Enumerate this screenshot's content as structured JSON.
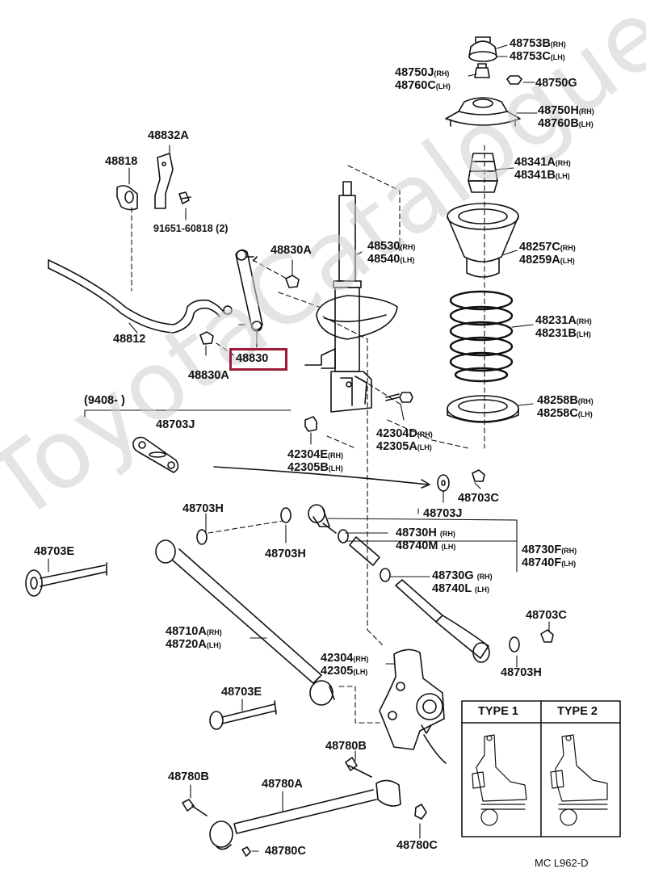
{
  "watermark": "ToyotaCatalogue",
  "highlight_part": "48830",
  "date_note": "(9408-        )",
  "diagram_code": "MC  L962-D",
  "types": {
    "type1": "TYPE  1",
    "type2": "TYPE  2"
  },
  "labels": {
    "p48753": {
      "a": "48753B",
      "a_side": "(RH)",
      "b": "48753C",
      "b_side": "(LH)"
    },
    "p48750j": {
      "a": "48750J",
      "a_side": "(RH)",
      "b": "48760C",
      "b_side": "(LH)"
    },
    "p48750g": "48750G",
    "p48750h": {
      "a": "48750H",
      "a_side": "(RH)",
      "b": "48760B",
      "b_side": "(LH)"
    },
    "p48341": {
      "a": "48341A",
      "a_side": "(RH)",
      "b": "48341B",
      "b_side": "(LH)"
    },
    "p48832a": "48832A",
    "p48818": "48818",
    "p91651": "91651-60818 (2)",
    "p48830a_top": "48830A",
    "p48530": {
      "a": "48530",
      "a_side": "(RH)",
      "b": "48540",
      "b_side": "(LH)"
    },
    "p48257": {
      "a": "48257C",
      "a_side": "(RH)",
      "b": "48259A",
      "b_side": "(LH)"
    },
    "p48812": "48812",
    "p48830": "48830",
    "p48830a_bot": "48830A",
    "p48231": {
      "a": "48231A",
      "a_side": "(RH)",
      "b": "48231B",
      "b_side": "(LH)"
    },
    "p48258": {
      "a": "48258B",
      "a_side": "(RH)",
      "b": "48258C",
      "b_side": "(LH)"
    },
    "p42304d": {
      "a": "42304D",
      "a_side": "(RH)",
      "b": "42305A",
      "b_side": "(LH)"
    },
    "p48703j_top": "48703J",
    "p42304e": {
      "a": "42304E",
      "a_side": "(RH)",
      "b": "42305B",
      "b_side": "(LH)"
    },
    "p48703c_top": "48703C",
    "p48703j_mid": "48703J",
    "p48703h_left": "48703H",
    "p48703h_mid": "48703H",
    "p48730h": {
      "a": "48730H",
      "a_side": "(RH)",
      "b": "48740M",
      "b_side": "(LH)"
    },
    "p48730f": {
      "a": "48730F",
      "a_side": "(RH)",
      "b": "48740F",
      "b_side": "(LH)"
    },
    "p48730g": {
      "a": "48730G",
      "a_side": "(RH)",
      "b": "48740L",
      "b_side": "(LH)"
    },
    "p48703e_top": "48703E",
    "p48710a": {
      "a": "48710A",
      "a_side": "(RH)",
      "b": "48720A",
      "b_side": "(LH)"
    },
    "p48703c_right": "48703C",
    "p48703h_right": "48703H",
    "p42304": {
      "a": "42304",
      "a_side": "(RH)",
      "b": "42305",
      "b_side": "(LH)"
    },
    "p48703e_bot": "48703E",
    "p48780b_mid": "48780B",
    "p48780b_left": "48780B",
    "p48780a": "48780A",
    "p48780c_left": "48780C",
    "p48780c_right": "48780C"
  }
}
